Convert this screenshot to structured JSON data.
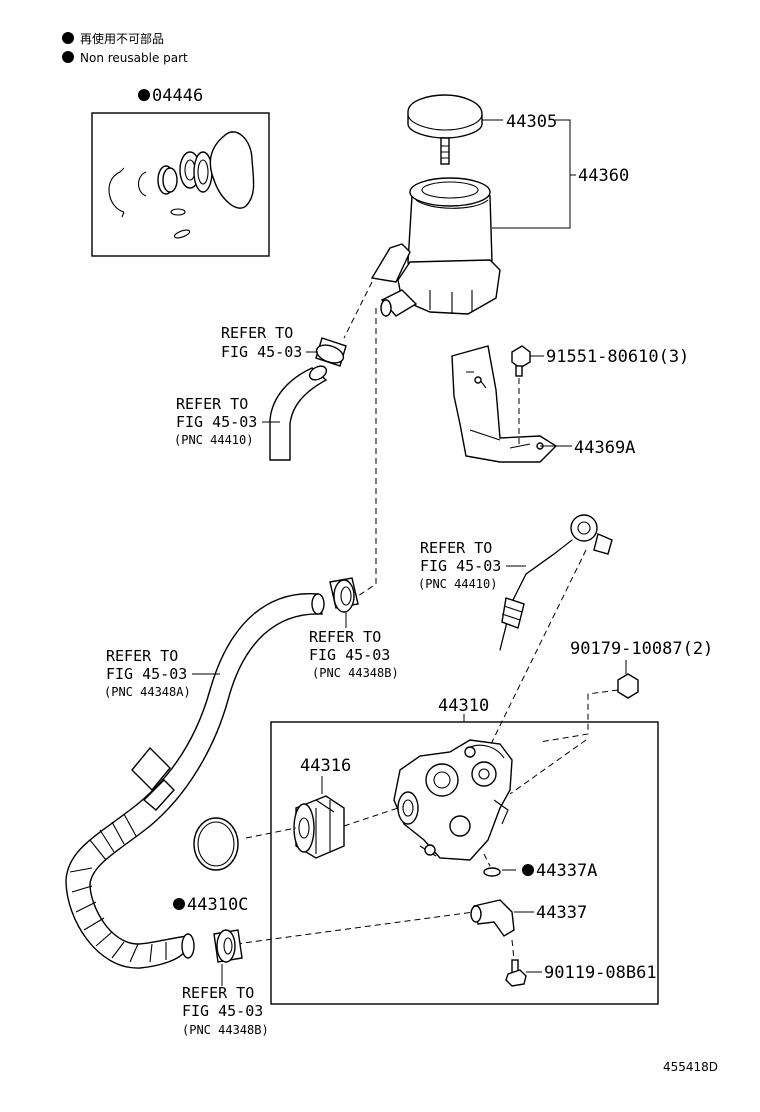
{
  "legend": {
    "line_jp": "再使用不可部品",
    "line_en": "Non  reusable part"
  },
  "diagram_code": "455418D",
  "parts": {
    "p04446": "04446",
    "p44305": "44305",
    "p44360": "44360",
    "p91551": "91551-80610(3)",
    "p44369A": "44369A",
    "p90179": "90179-10087(2)",
    "p44310": "44310",
    "p44316": "44316",
    "p44337A": "44337A",
    "p44337": "44337",
    "p90119": "90119-08B61",
    "p44310C": "44310C"
  },
  "refs": {
    "r1": {
      "line1": "REFER TO",
      "line2": "FIG 45-03"
    },
    "r2": {
      "line1": "REFER TO",
      "line2": "FIG 45-03",
      "pnc": "(PNC 44410)"
    },
    "r3": {
      "line1": "REFER TO",
      "line2": "FIG 45-03",
      "pnc": "(PNC 44410)"
    },
    "r4": {
      "line1": "REFER TO",
      "line2": "FIG 45-03",
      "pnc": "(PNC 44348A)"
    },
    "r5": {
      "line1": "REFER TO",
      "line2": "FIG 45-03",
      "pnc": "(PNC 44348B)"
    },
    "r6": {
      "line1": "REFER TO",
      "line2": "FIG 45-03",
      "pnc": "(PNC 44348B)"
    }
  }
}
